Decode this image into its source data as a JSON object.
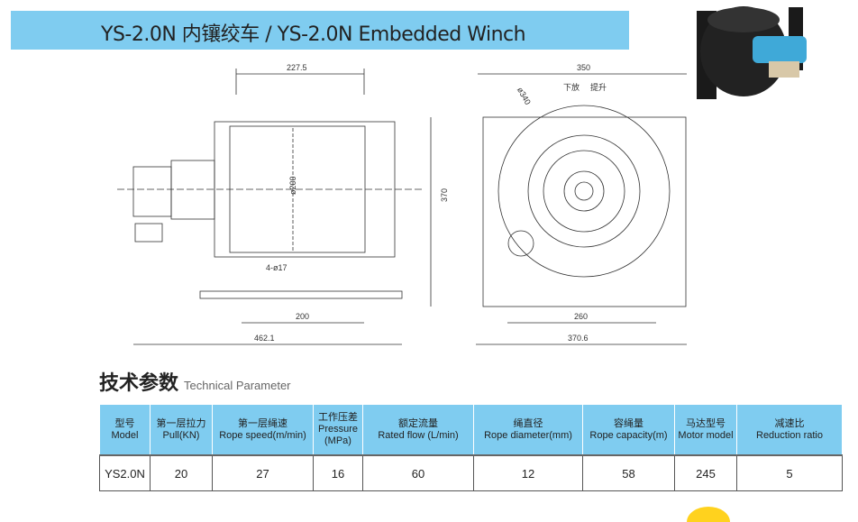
{
  "title": "YS-2.0N 内镶绞车 / YS-2.0N Embedded Winch",
  "drawing": {
    "side": {
      "top_dim": "227.5",
      "drum_dia": "ø200",
      "bolt_holes": "4-ø17",
      "bottom_dim": "200",
      "overall": "462.1"
    },
    "front": {
      "top_dim": "350",
      "flange_dia": "ø340",
      "lower": "下放",
      "lift": "提升",
      "height": "370",
      "bottom_dim": "260",
      "overall": "370.6"
    }
  },
  "section": {
    "cn": "技术参数",
    "en": "Technical Parameter"
  },
  "table": {
    "headers": [
      {
        "cn": "型号",
        "en": "Model"
      },
      {
        "cn": "第一层拉力",
        "en": "Pull(KN)"
      },
      {
        "cn": "第一层绳速",
        "en": "Rope speed(m/min)"
      },
      {
        "cn": "工作压差",
        "en": "Pressure (MPa)"
      },
      {
        "cn": "额定流量",
        "en": "Rated flow (L/min)"
      },
      {
        "cn": "绳直径",
        "en": "Rope diameter(mm)"
      },
      {
        "cn": "容绳量",
        "en": "Rope capacity(m)"
      },
      {
        "cn": "马达型号",
        "en": "Motor model"
      },
      {
        "cn": "减速比",
        "en": "Reduction ratio"
      }
    ],
    "rows": [
      [
        "YS2.0N",
        "20",
        "27",
        "16",
        "60",
        "12",
        "58",
        "245",
        "5"
      ]
    ]
  },
  "colors": {
    "banner": "#7fccf0",
    "motor": "#3fa9d8"
  }
}
